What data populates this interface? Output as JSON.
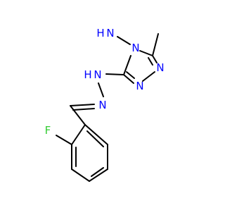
{
  "molecule": {
    "atom_labels": {
      "fluorine": "F",
      "amino_n": "N",
      "amino_h2": "H",
      "triazole_n4": "N",
      "triazole_n2": "N",
      "triazole_n1": "N",
      "hydrazone_n_h": "N",
      "hydrazone_h": "H",
      "imine_n": "N"
    },
    "colors": {
      "bond": "#000000",
      "nitrogen": "#0000ff",
      "fluorine": "#33cc33"
    }
  }
}
